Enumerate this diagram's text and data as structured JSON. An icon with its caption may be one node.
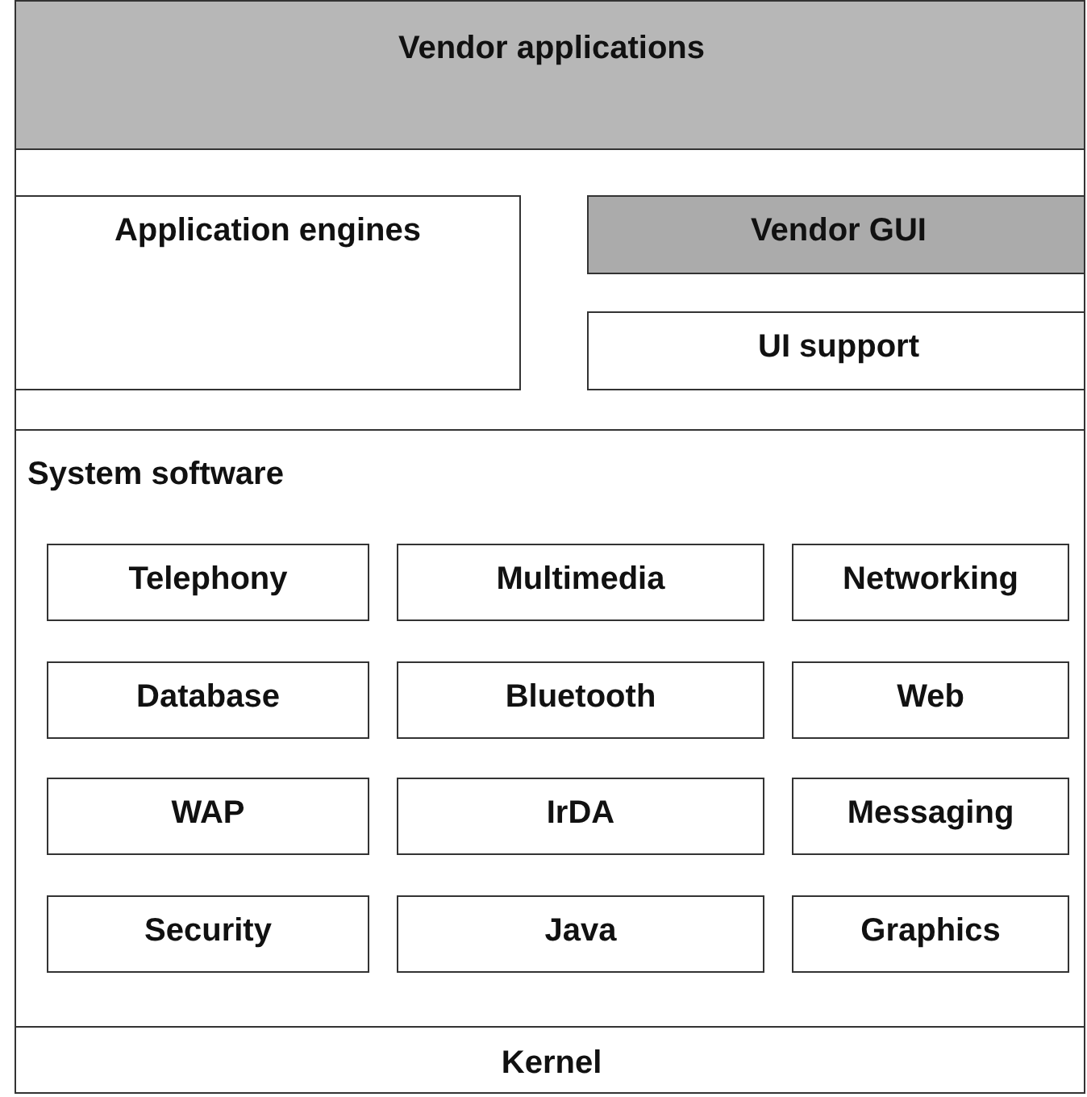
{
  "diagram": {
    "nodes": [
      {
        "text": [
          "Vendor applications"
        ]
      },
      {
        "text": [
          "Application engines"
        ]
      },
      {
        "text": [
          "Vendor GUI"
        ]
      },
      {
        "text": [
          "UI support"
        ]
      },
      {
        "text": [
          "System software"
        ]
      },
      {
        "text": [
          "Telephony"
        ],
        "in": 4
      },
      {
        "text": [
          "Multimedia"
        ],
        "in": 4
      },
      {
        "text": [
          "Networking"
        ],
        "in": 4
      },
      {
        "text": [
          "Database"
        ],
        "in": 4
      },
      {
        "text": [
          "Bluetooth"
        ],
        "in": 4
      },
      {
        "text": [
          "Web"
        ],
        "in": 4
      },
      {
        "text": [
          "WAP"
        ],
        "in": 4
      },
      {
        "text": [
          "IrDA"
        ],
        "in": 4
      },
      {
        "text": [
          "Messaging"
        ],
        "in": 4
      },
      {
        "text": [
          "Security"
        ],
        "in": 4
      },
      {
        "text": [
          "Java"
        ],
        "in": 4
      },
      {
        "text": [
          "Graphics"
        ],
        "in": 4
      },
      {
        "text": [
          "Kernel"
        ]
      }
    ]
  }
}
